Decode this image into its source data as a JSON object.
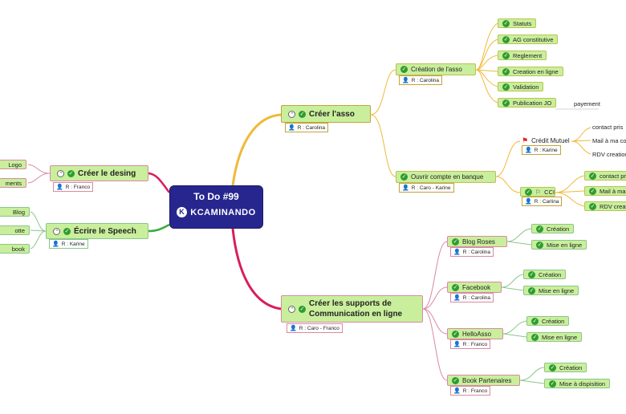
{
  "colors": {
    "central_bg": "#27268f",
    "node_bg": "#c9ef9c",
    "branch_top": "#f0b93a",
    "branch_bottom": "#d81e5b",
    "branch_left_top": "#d81e5b",
    "branch_left_bottom": "#3aab3a",
    "check_green": "#2e9d2e"
  },
  "icons": {
    "done": "check-circle-icon",
    "progress": "clock-icon",
    "person": "person-icon",
    "flag": "flag-icon"
  },
  "central": {
    "title": "To Do #99",
    "logo_text": "KCAMINANDO"
  },
  "creer_asso": {
    "label": "Créer l'asso",
    "resp": "R : Carolina"
  },
  "creation_asso": {
    "label": "Création de l'asso",
    "resp": "R : Carolina"
  },
  "creation_items": [
    "Statuts",
    "AG constitutive",
    "Reglement",
    "Creation en ligne",
    "Validation",
    "Publication JO"
  ],
  "payement": "payement",
  "compte": {
    "label": "Ouvrir compte en banque",
    "resp": "R : Caro - Karine"
  },
  "credit": {
    "label": "Crédit Mutuel",
    "resp": "R : Karine"
  },
  "credit_items": [
    "contact pris",
    "Mail à ma co",
    "RDV creation"
  ],
  "cci": {
    "label": "CCI",
    "resp": "R : Carlina"
  },
  "cci_items": [
    "contact pris",
    "Mail à ma c",
    "RDV creati"
  ],
  "supports": {
    "label_line1": "Créer les supports de",
    "label_line2": "Communication en ligne",
    "resp": "R : Caro - Franco"
  },
  "blog": {
    "label": "Blog Roses",
    "resp": "R : Carolina",
    "items": [
      "Création",
      "Mise en ligne"
    ]
  },
  "facebook": {
    "label": "Facebook",
    "resp": "R : Carolina",
    "items": [
      "Création",
      "Mise en ligne"
    ]
  },
  "helloasso": {
    "label": "HelloAsso",
    "resp": "R : Franco",
    "items": [
      "Création",
      "Mise en ligne"
    ]
  },
  "book": {
    "label": "Book Partenaires",
    "resp": "R : Franco",
    "items": [
      "Création",
      "Mise à dispisition"
    ]
  },
  "design": {
    "label": "Créer le desing",
    "resp": "R : Franco",
    "items": [
      "Logo",
      "ments"
    ]
  },
  "speech": {
    "label": "Écrire le Speech",
    "resp": "R : Karine",
    "items": [
      "Blog",
      "otte",
      "book"
    ]
  }
}
